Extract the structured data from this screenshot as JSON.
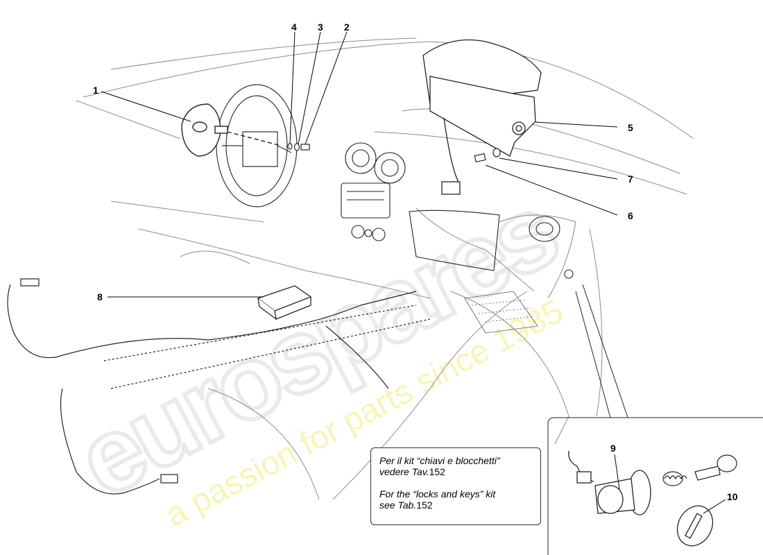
{
  "callouts": [
    "1",
    "2",
    "3",
    "4",
    "5",
    "6",
    "7",
    "8",
    "9",
    "10"
  ],
  "note": {
    "it_line1": "Per il kit “chiavi e blocchetti”",
    "it_line2_prefix": "vedere Tav.",
    "it_line2_num": "152",
    "en_line1": "For the “locks and keys” kit",
    "en_line2_prefix": "see Tab.",
    "en_line2_num": "152"
  },
  "watermark": {
    "brand": "eurospares",
    "tagline": "a passion for parts since 1985",
    "color": "#e6e866"
  },
  "colors": {
    "line": "#222222",
    "light_line": "#8a8a8a"
  }
}
